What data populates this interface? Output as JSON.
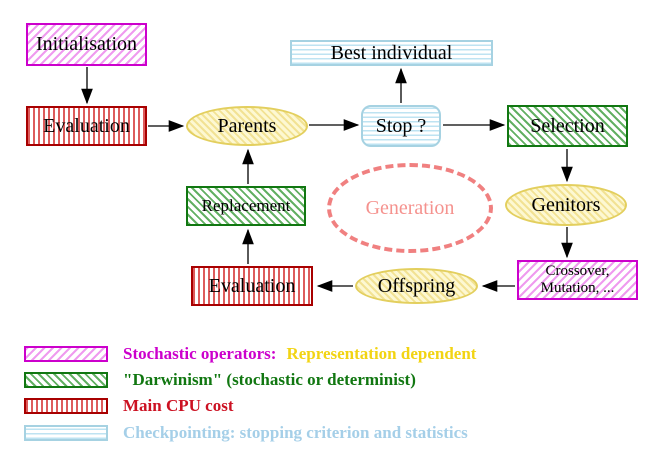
{
  "diagram": {
    "nodes": {
      "initialisation": {
        "label": "Initialisation"
      },
      "evaluation_top": {
        "label": "Evaluation"
      },
      "parents": {
        "label": "Parents"
      },
      "best_individual": {
        "label": "Best individual"
      },
      "stop": {
        "label": "Stop ?"
      },
      "selection": {
        "label": "Selection"
      },
      "genitors": {
        "label": "Genitors"
      },
      "replacement": {
        "label": "Replacement"
      },
      "evaluation_bottom": {
        "label": "Evaluation"
      },
      "offspring": {
        "label": "Offspring"
      },
      "crossover_mutation": {
        "line1": "Crossover,",
        "line2": "Mutation, ..."
      },
      "generation": {
        "label": "Generation"
      }
    },
    "legend": {
      "items": [
        {
          "swatch": "magenta-hatch",
          "text": "Stochastic operators:",
          "text2": "Representation dependent"
        },
        {
          "swatch": "green-hatch",
          "text": "\"Darwinism\" (stochastic or determinist)"
        },
        {
          "swatch": "red-vertical-stripes",
          "text": "Main CPU cost"
        },
        {
          "swatch": "cyan-horizontal-stripes",
          "text": "Checkpointing: stopping criterion and statistics"
        }
      ]
    },
    "colors": {
      "magenta": "#cc00cc",
      "green": "#117711",
      "dark_red": "#a80000",
      "red_text": "#cc1122",
      "cyan": "#a6d2e2",
      "cyan_text": "#a5cfe8",
      "yellow_border": "#e3cf5e",
      "yellow_text": "#f2d413",
      "salmon": "#f08080",
      "black": "#000000"
    }
  }
}
